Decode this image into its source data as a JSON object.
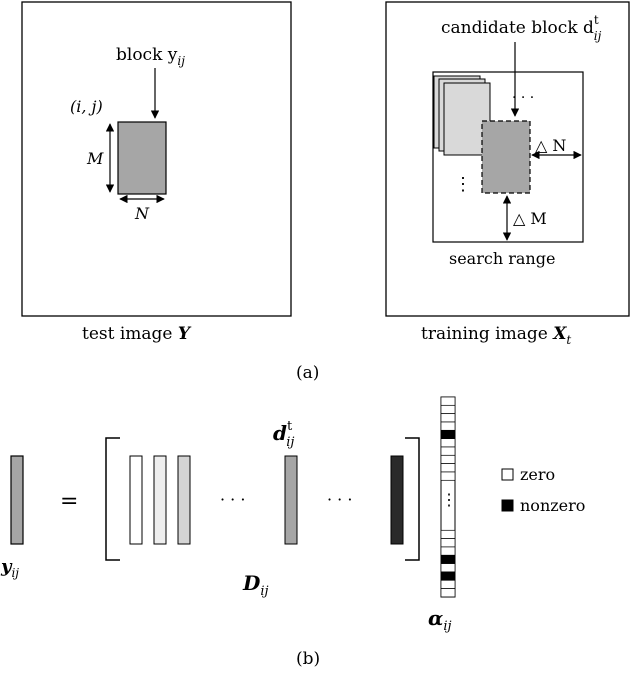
{
  "panel_a": {
    "test_image": {
      "block_label": "block y",
      "block_sub": "ij",
      "position_label": "(i, j)",
      "height_label": "M",
      "width_label": "N",
      "caption_prefix": "test image",
      "caption_symbol": "Y",
      "block_fill": "#a6a6a6"
    },
    "training_image": {
      "candidate_label": "candidate block d",
      "candidate_sup": "t",
      "candidate_sub": "ij",
      "dots_h": "· · ·",
      "dots_v": "⋮",
      "delta_n": "△ N",
      "delta_m": "△ M",
      "search_range_label": "search range",
      "caption_prefix": "training image",
      "caption_symbol": "X",
      "caption_sub": "t",
      "back_block_fill": "#d9d9d9",
      "candidate_fill": "#a6a6a6"
    },
    "label": "(a)"
  },
  "panel_b": {
    "y_label": "y",
    "y_sub": "ij",
    "equals": "=",
    "dots1": "· · ·",
    "dots2": "· · ·",
    "d_label": "d",
    "d_sup": "t",
    "d_sub": "ij",
    "D_label": "D",
    "D_sub": "ij",
    "alpha_label": "α",
    "alpha_sub": "ij",
    "alpha_dots": "⋮",
    "legend": [
      {
        "label": "zero",
        "fill": "#ffffff"
      },
      {
        "label": "nonzero",
        "fill": "#000000"
      }
    ],
    "label": "(b)",
    "column_fills": [
      "#ffffff",
      "#eeeeee",
      "#d4d4d4",
      "#a6a6a6",
      "#2a2a2a"
    ],
    "y_fill": "#a6a6a6"
  }
}
